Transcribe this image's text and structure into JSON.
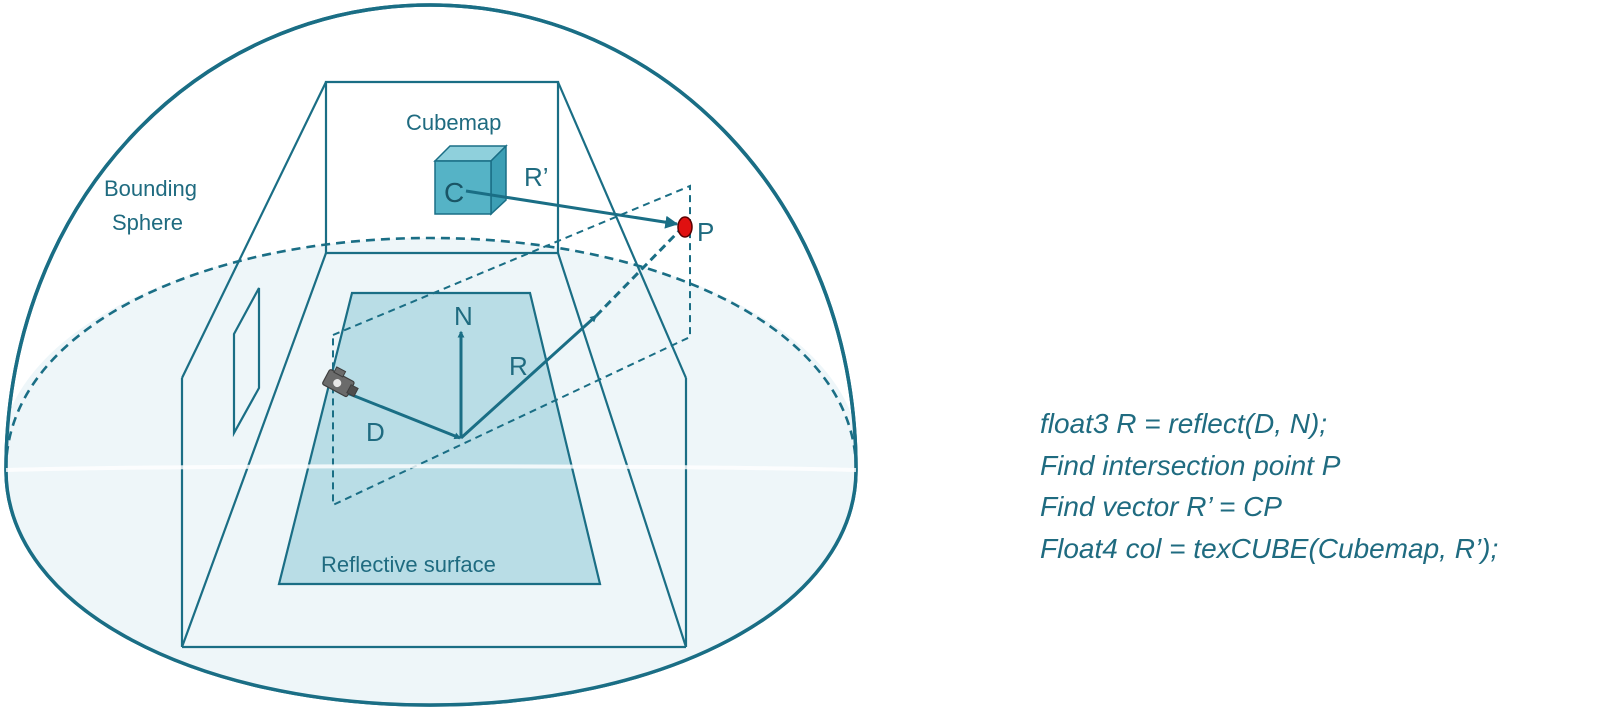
{
  "diagram": {
    "labels": {
      "bounding_sphere_line1": "Bounding",
      "bounding_sphere_line2": "Sphere",
      "cubemap": "Cubemap",
      "cube_center": "C",
      "r_prime": "R’",
      "point_p": "P",
      "normal": "N",
      "reflected": "R",
      "direction": "D",
      "reflective_surface": "Reflective surface"
    },
    "colors": {
      "stroke": "#1a6e85",
      "label": "#1f6b80",
      "sphere_fill": "#eef6f9",
      "surface_fill": "#b9dde6",
      "cube_fill": "#55b3c6",
      "point_fill": "#e01010",
      "camera": "#6b6b6b"
    },
    "icons": [
      "camera-icon",
      "cube-icon",
      "intersection-point-icon"
    ]
  },
  "code": {
    "lines": [
      "float3 R = reflect(D, N);",
      "Find intersection point P",
      "Find vector R’ = CP",
      "Float4 col = texCUBE(Cubemap, R’);"
    ]
  }
}
